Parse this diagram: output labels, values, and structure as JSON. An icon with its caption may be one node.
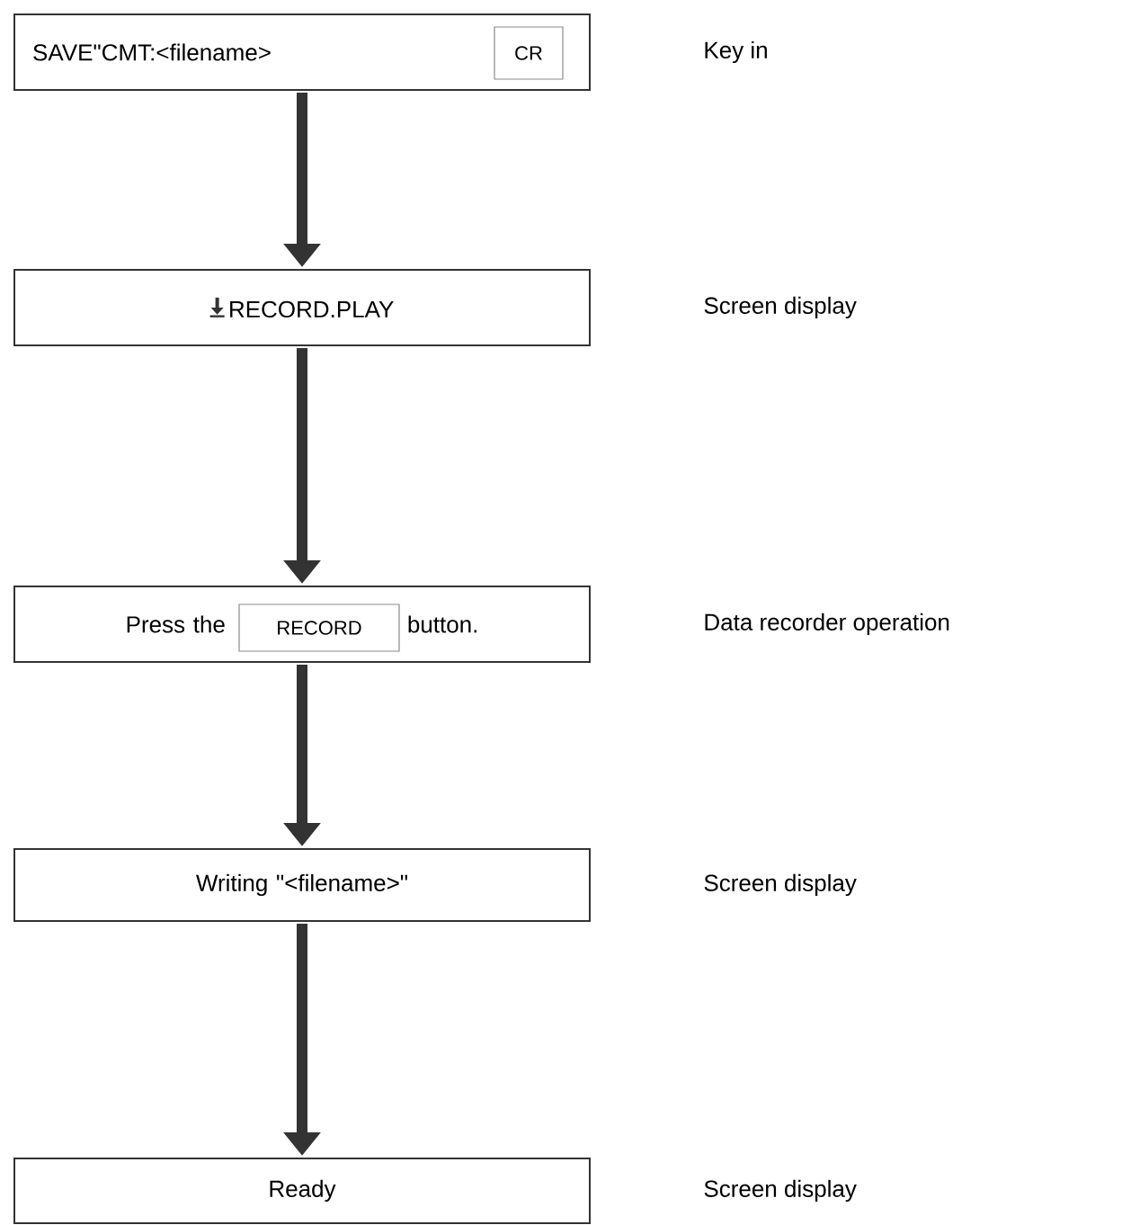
{
  "diagram": {
    "nodes": [
      {
        "text": [
          "SAVE\"CMT:<filename>"
        ]
      },
      {
        "text": [
          "CR"
        ],
        "in": 0
      },
      {
        "text": [
          "RECORD.PLAY"
        ]
      },
      {
        "text": [
          "Press the",
          "button."
        ]
      },
      {
        "text": [
          "RECORD"
        ],
        "in": 3
      },
      {
        "text": [
          "Writing \"<filename>\""
        ]
      },
      {
        "text": [
          "Ready"
        ]
      }
    ],
    "edges": [
      {
        "from": 0,
        "to": 2,
        "arrow": "to"
      },
      {
        "from": 2,
        "to": 3,
        "arrow": "to"
      },
      {
        "from": 3,
        "to": 5,
        "arrow": "to"
      },
      {
        "from": 5,
        "to": 6,
        "arrow": "to"
      }
    ],
    "labels": [
      "Key in",
      "Screen display",
      "Data recorder operation",
      "Screen display",
      "Screen display"
    ]
  }
}
